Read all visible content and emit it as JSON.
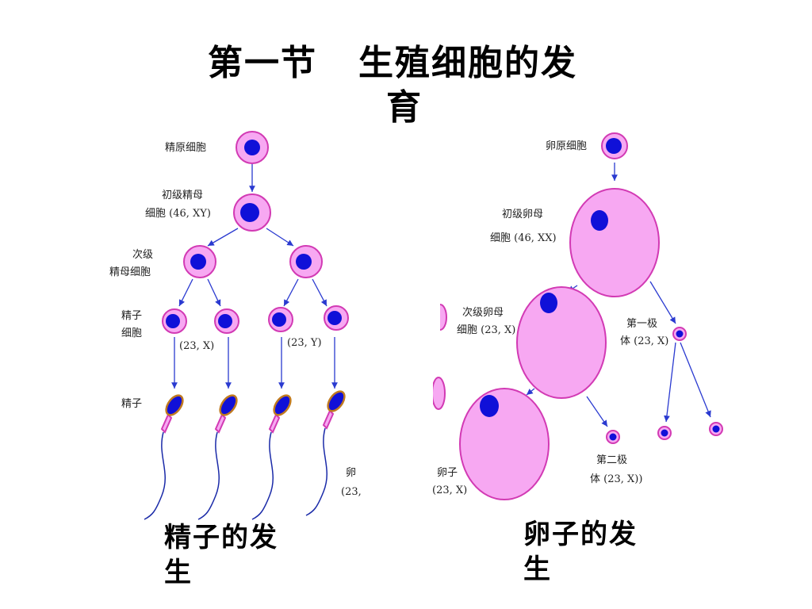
{
  "title": {
    "line1_a": "第一节",
    "line1_b": "生殖细胞的发",
    "line2": "育"
  },
  "left": {
    "spermatogonium": "精原细胞",
    "primary_1": "初级精母",
    "primary_2": "细胞 (46, XY)",
    "secondary_1": "次级",
    "secondary_2": "精母细胞",
    "spermatid_1": "精子",
    "spermatid_2": "细胞",
    "karyotype_x": "(23, X)",
    "karyotype_y": "(23, Y)",
    "sperm": "精子",
    "cut_1": "卵",
    "cut_2": "(23,",
    "caption_1": "精子的发",
    "caption_2": "生"
  },
  "right": {
    "oogonium": "卵原细胞",
    "primary_1": "初级卵母",
    "primary_2": "细胞 (46, XX)",
    "secondary_1": "次级卵母",
    "secondary_2": "细胞 (23, X)",
    "first_polar_1": "第一极",
    "first_polar_2": "体 (23, X)",
    "second_polar_1": "第二极",
    "second_polar_2": "体 (23, X))",
    "ovum_1": "卵子",
    "ovum_2": "(23, X)",
    "caption_1": "卵子的发",
    "caption_2": "生"
  },
  "colors": {
    "cell_fill": "#f7a8f2",
    "cell_stroke": "#d23ab4",
    "nucleus": "#1010d8",
    "arrow": "#2a3ad0",
    "tail": "#1a2aa8"
  }
}
